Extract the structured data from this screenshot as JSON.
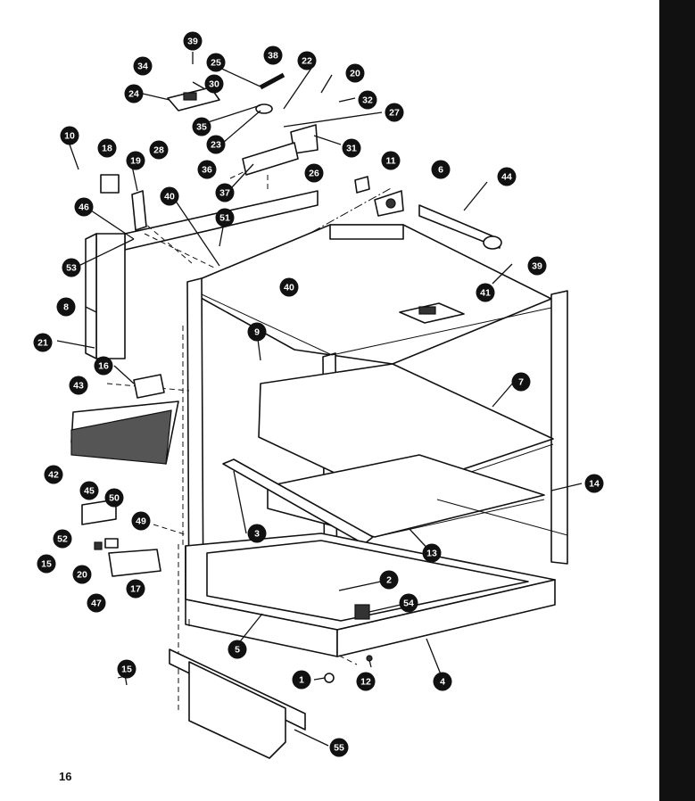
{
  "diagram": {
    "page_number": "16",
    "colors": {
      "ink": "#111111",
      "paper": "#ffffff"
    },
    "callouts": [
      {
        "id": "c39a",
        "label": "39"
      },
      {
        "id": "c34",
        "label": "34"
      },
      {
        "id": "c24",
        "label": "24"
      },
      {
        "id": "c25",
        "label": "25"
      },
      {
        "id": "c30a",
        "label": "30"
      },
      {
        "id": "c38",
        "label": "38"
      },
      {
        "id": "c22",
        "label": "22"
      },
      {
        "id": "c20a",
        "label": "20"
      },
      {
        "id": "c32",
        "label": "32"
      },
      {
        "id": "c27",
        "label": "27"
      },
      {
        "id": "c35",
        "label": "35"
      },
      {
        "id": "c28",
        "label": "28"
      },
      {
        "id": "c23",
        "label": "23"
      },
      {
        "id": "c36",
        "label": "36"
      },
      {
        "id": "c31",
        "label": "31"
      },
      {
        "id": "c37",
        "label": "37"
      },
      {
        "id": "c26",
        "label": "26"
      },
      {
        "id": "c10",
        "label": "10"
      },
      {
        "id": "c18",
        "label": "18"
      },
      {
        "id": "c19",
        "label": "19"
      },
      {
        "id": "c11",
        "label": "11"
      },
      {
        "id": "c6",
        "label": "6"
      },
      {
        "id": "c44",
        "label": "44"
      },
      {
        "id": "c46",
        "label": "46"
      },
      {
        "id": "c40a",
        "label": "40"
      },
      {
        "id": "c51",
        "label": "51"
      },
      {
        "id": "c53",
        "label": "53"
      },
      {
        "id": "c39b",
        "label": "39"
      },
      {
        "id": "c40b",
        "label": "40"
      },
      {
        "id": "c41",
        "label": "41"
      },
      {
        "id": "c8",
        "label": "8"
      },
      {
        "id": "c9",
        "label": "9"
      },
      {
        "id": "c21",
        "label": "21"
      },
      {
        "id": "c7",
        "label": "7"
      },
      {
        "id": "c16",
        "label": "16"
      },
      {
        "id": "c43",
        "label": "43"
      },
      {
        "id": "c42",
        "label": "42"
      },
      {
        "id": "c14",
        "label": "14"
      },
      {
        "id": "c45",
        "label": "45"
      },
      {
        "id": "c3",
        "label": "3"
      },
      {
        "id": "c50",
        "label": "50"
      },
      {
        "id": "c13",
        "label": "13"
      },
      {
        "id": "c52",
        "label": "52"
      },
      {
        "id": "c49",
        "label": "49"
      },
      {
        "id": "c15a",
        "label": "15"
      },
      {
        "id": "c20b",
        "label": "20"
      },
      {
        "id": "c17",
        "label": "17"
      },
      {
        "id": "c47",
        "label": "47"
      },
      {
        "id": "c2",
        "label": "2"
      },
      {
        "id": "c54",
        "label": "54"
      },
      {
        "id": "c5",
        "label": "5"
      },
      {
        "id": "c15b",
        "label": "15"
      },
      {
        "id": "c1",
        "label": "1"
      },
      {
        "id": "c12",
        "label": "12"
      },
      {
        "id": "c4",
        "label": "4"
      },
      {
        "id": "c55",
        "label": "55"
      }
    ]
  }
}
